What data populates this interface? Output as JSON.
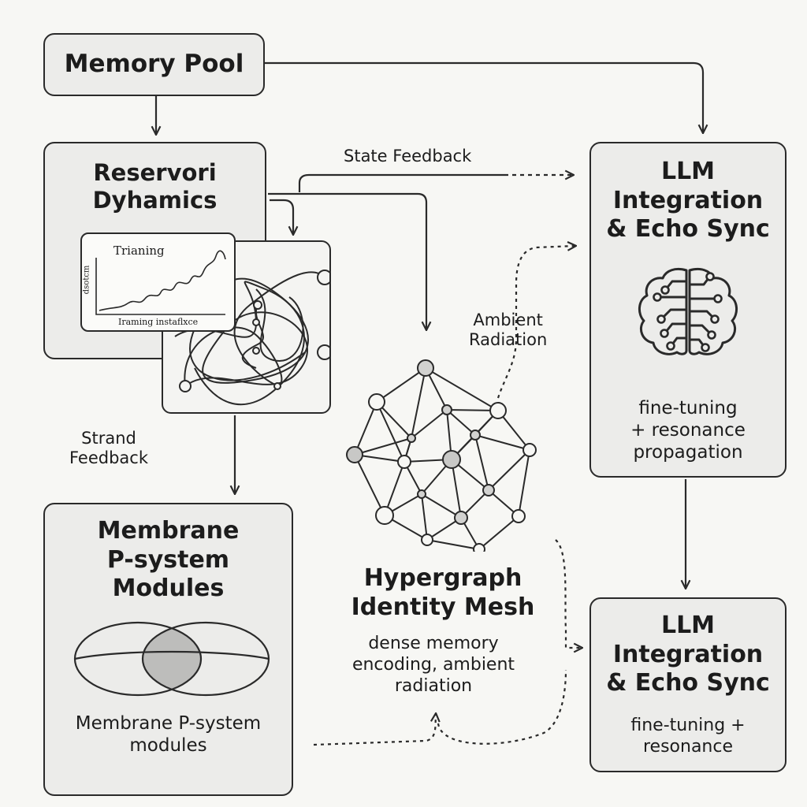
{
  "memory_pool": {
    "title": "Memory Pool"
  },
  "reservoir": {
    "title": "Reservori\nDyhamics",
    "chart_title": "Trianing",
    "chart_ylabel": "dsotcm",
    "chart_xlabel": "Iraming instaflxce"
  },
  "llm_top": {
    "title": "LLM\nIntegration\n& Echo Sync",
    "subtitle": "fine-tuning\n+ resonance\npropagation"
  },
  "membrane": {
    "title": "Membrane\nP-system\nModules",
    "subtitle": "Membrane P-system\nmodules"
  },
  "hypergraph": {
    "title": "Hypergraph\nIdentity Mesh",
    "subtitle": "dense memory\nencoding, ambient\nradiation"
  },
  "llm_bottom": {
    "title": "LLM\nIntegration\n& Echo Sync",
    "subtitle": "fine-tuning +\nresonance"
  },
  "labels": {
    "state_feedback": "State Feedback",
    "ambient_radiation": "Ambient\nRadiation",
    "strand_feedback": "Strand\nFeedback"
  },
  "icons": {
    "brain": "brain-circuit-icon",
    "membrane": "venn-membrane-icon",
    "hypergraph": "network-graph-icon",
    "reservoir": "tangled-reservoir-icon"
  },
  "colors": {
    "stroke": "#2a2a2a",
    "box_fill": "#ececea",
    "background": "#f7f7f4",
    "node_fill": "#d2d2d0"
  }
}
